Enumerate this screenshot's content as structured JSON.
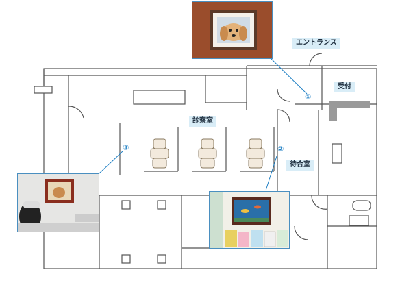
{
  "rooms": {
    "entrance": "エントランス",
    "reception": "受付",
    "exam_room": "診察室",
    "waiting_room": "待合室"
  },
  "markers": {
    "m1": "①",
    "m2": "②",
    "m3": "③"
  },
  "photos": {
    "entrance_photo": "framed-dog-picture",
    "exam_photo": "framed-dog-picture-exam-room",
    "waiting_photo": "framed-aquarium-picture-waiting-room"
  },
  "colors": {
    "label_bg": "#d9edf7",
    "marker": "#1e7fc4",
    "wall": "#555555",
    "counter": "#9a9a9a"
  }
}
